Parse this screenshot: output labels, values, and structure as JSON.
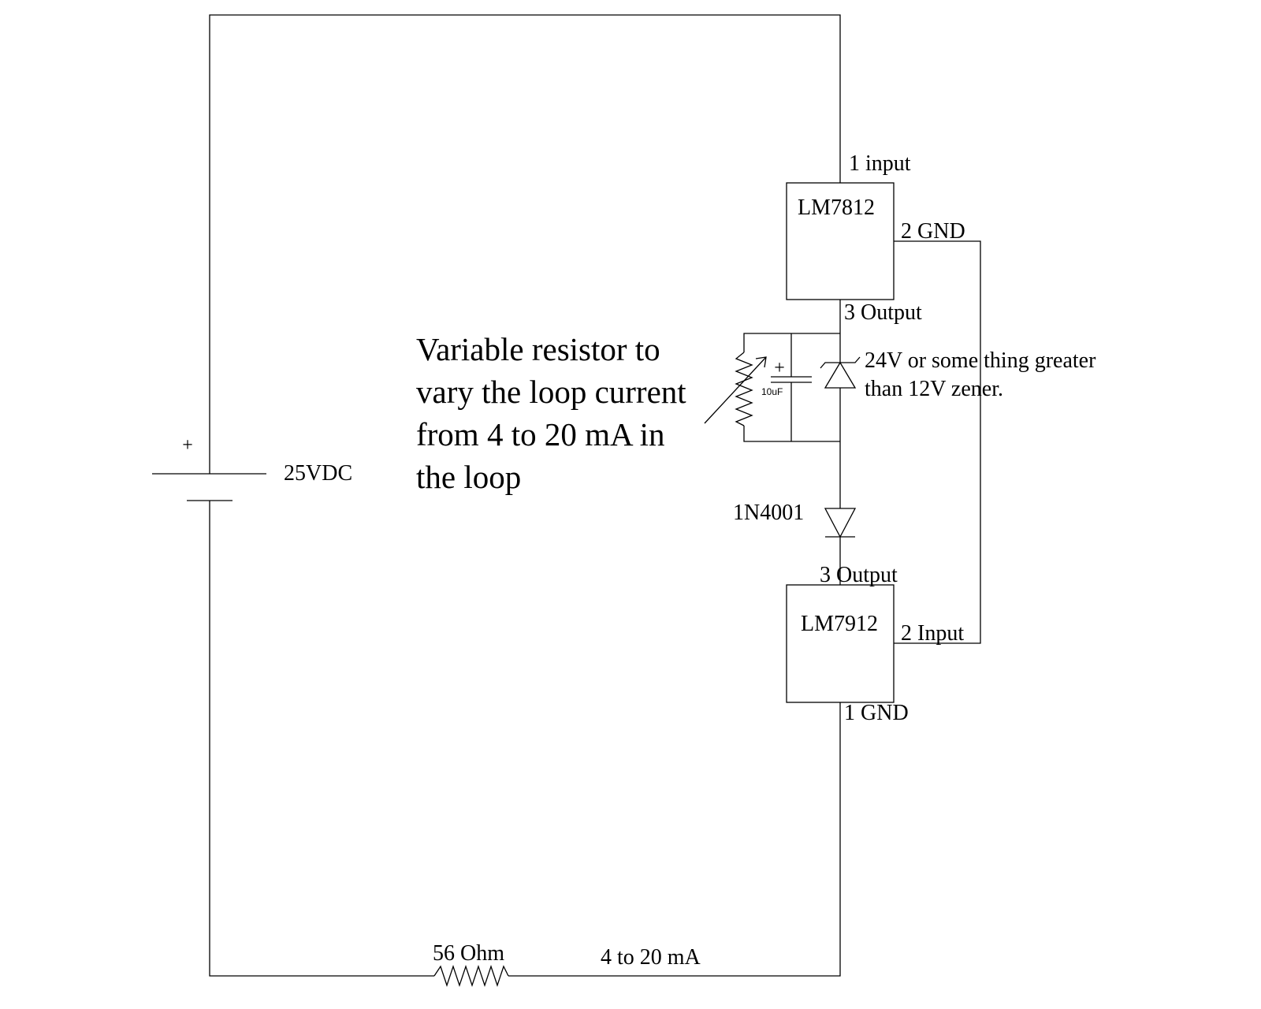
{
  "colors": {
    "background": "#ffffff",
    "ink": "#000000"
  },
  "source": {
    "polarity": "+",
    "label": "25VDC"
  },
  "regulator_positive": {
    "name": "LM7812",
    "pin_input": "1 input",
    "pin_gnd": "2 GND",
    "pin_output": "3 Output"
  },
  "regulator_negative": {
    "name": "LM7912",
    "pin_output": "3 Output",
    "pin_input": "2 Input",
    "pin_gnd": "1 GND"
  },
  "zener": {
    "note_line1": "24V or some thing greater",
    "note_line2": "than 12V zener."
  },
  "capacitor": {
    "polarity": "+",
    "value": "10uF"
  },
  "variable_resistor": {
    "note_lines": [
      "Variable resistor to",
      "vary the loop current",
      "from 4 to 20 mA in",
      "the loop"
    ]
  },
  "diode": {
    "label": "1N4001"
  },
  "sense_resistor": {
    "label": "56 Ohm"
  },
  "loop": {
    "current_label": "4 to 20 mA"
  }
}
